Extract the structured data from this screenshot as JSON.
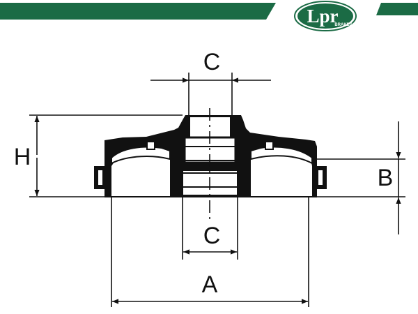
{
  "header": {
    "band_color": "#1b6b45",
    "logo": {
      "text": "Lpr",
      "subtext": "BRAKES",
      "color": "#1b6b45"
    }
  },
  "drawing": {
    "stroke_color": "#111111",
    "fill_color": "#111111",
    "labels": {
      "c_top": "C",
      "c_bottom": "C",
      "h": "H",
      "b": "B",
      "a": "A"
    }
  }
}
